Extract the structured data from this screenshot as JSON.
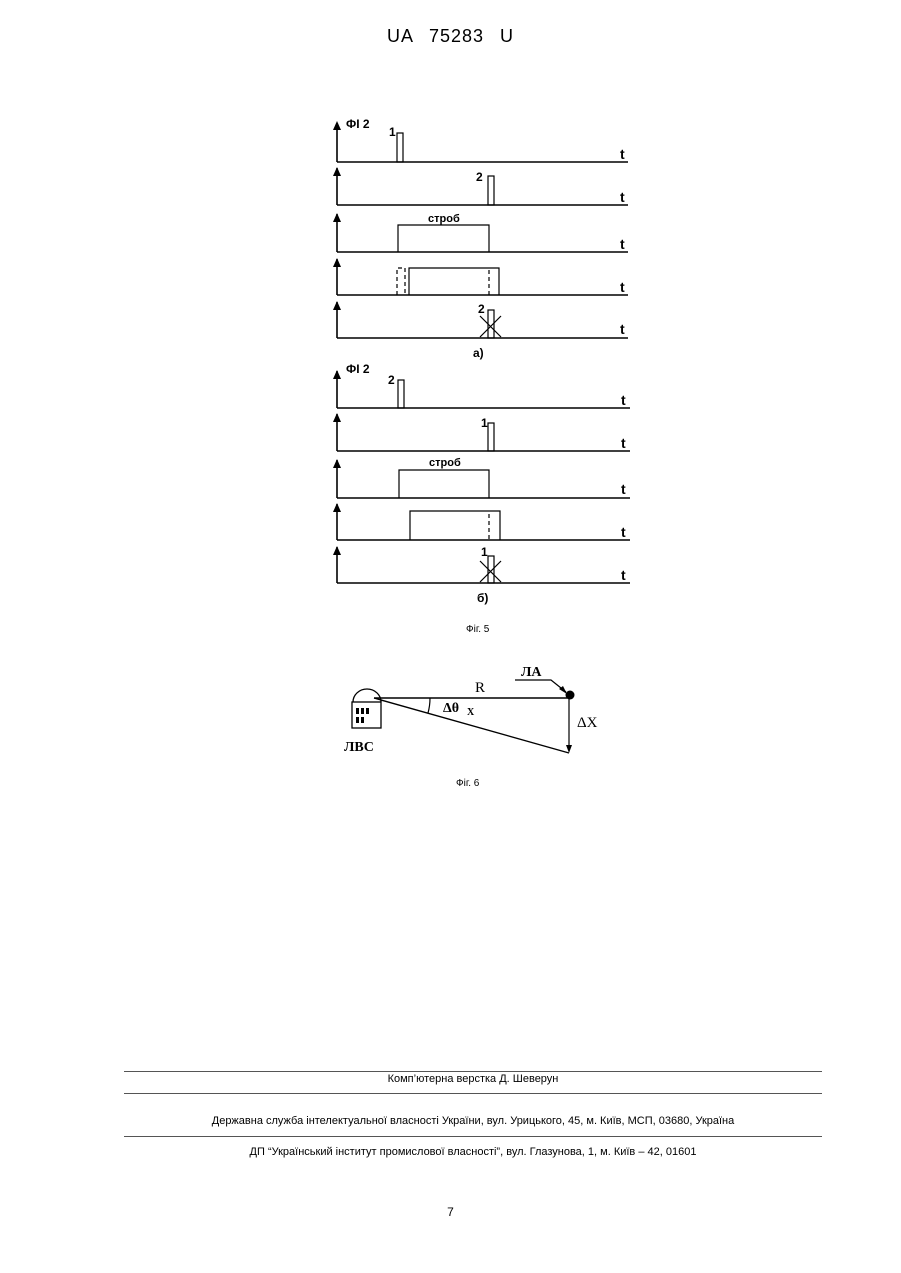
{
  "header": {
    "patent_id": "UA   75283   U"
  },
  "figure5": {
    "panel_a": {
      "signal_label": "ФІ 2",
      "t_label": "t",
      "pulse_labels": [
        "1",
        "2",
        "2"
      ],
      "strobe_label": "строб",
      "caption": "а)"
    },
    "panel_b": {
      "signal_label": "ФІ 2",
      "t_label": "t",
      "pulse_labels": [
        "2",
        "1",
        "1"
      ],
      "strobe_label": "строб",
      "caption": "б)"
    },
    "caption": "Фіг. 5"
  },
  "figure6": {
    "range_label": "R",
    "aircraft_label": "ЛА",
    "angle_label": "Δθ",
    "angle_subscript": "X",
    "offset_label": "ΔX",
    "station_label": "ЛВС",
    "caption": "Фіг. 6"
  },
  "footer": {
    "layout_credit": "Комп’ютерна верстка Д. Шеверун",
    "agency": "Державна служба інтелектуальної власності України, вул. Урицького, 45, м. Київ, МСП, 03680, Україна",
    "institute": "ДП “Український інститут промислової власності”, вул. Глазунова, 1, м. Київ – 42, 01601"
  },
  "page_number": "7"
}
